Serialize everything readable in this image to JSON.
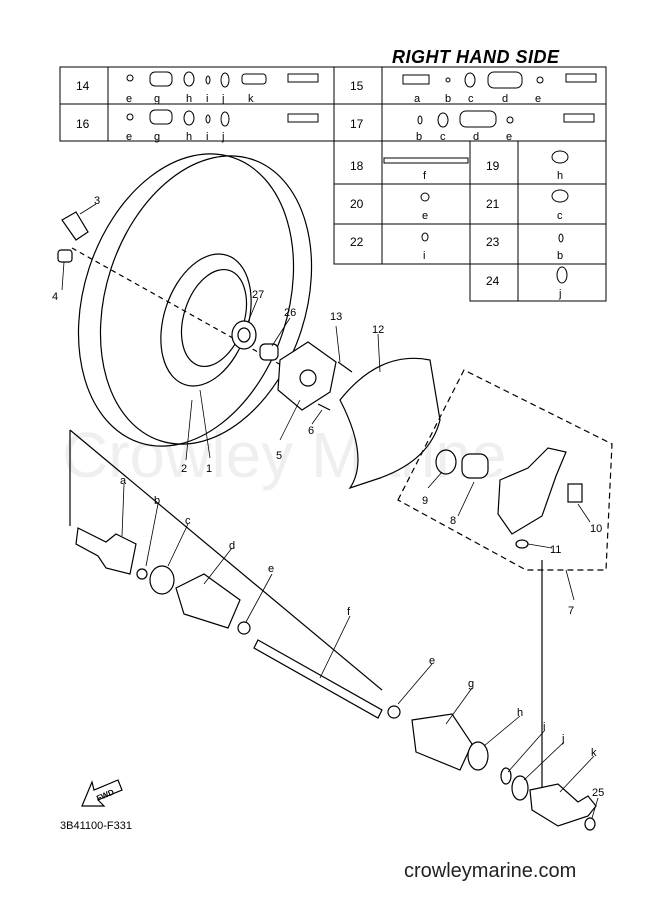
{
  "title": "RIGHT HAND SIDE",
  "diagram_code": "3B41100-F331",
  "site": "crowleymarine.com",
  "watermark": "Crowley Marine",
  "fwd_label": "FWD",
  "kits": [
    {
      "ref": "14",
      "parts": [
        "e",
        "g",
        "h",
        "i",
        "j",
        "k"
      ]
    },
    {
      "ref": "15",
      "parts": [
        "a",
        "b",
        "c",
        "d",
        "e"
      ]
    },
    {
      "ref": "16",
      "parts": [
        "e",
        "g",
        "h",
        "i",
        "j"
      ]
    },
    {
      "ref": "17",
      "parts": [
        "b",
        "c",
        "d",
        "e"
      ]
    },
    {
      "ref": "18",
      "parts": [
        "f"
      ]
    },
    {
      "ref": "19",
      "parts": [
        "h"
      ]
    },
    {
      "ref": "20",
      "parts": [
        "e"
      ]
    },
    {
      "ref": "21",
      "parts": [
        "c"
      ]
    },
    {
      "ref": "22",
      "parts": [
        "i"
      ]
    },
    {
      "ref": "23",
      "parts": [
        "b"
      ]
    },
    {
      "ref": "24",
      "parts": [
        "j"
      ]
    }
  ],
  "callouts": [
    "1",
    "2",
    "3",
    "4",
    "5",
    "6",
    "7",
    "8",
    "9",
    "10",
    "11",
    "12",
    "13",
    "25",
    "26",
    "27"
  ],
  "part_letters": [
    "a",
    "b",
    "c",
    "d",
    "e",
    "f",
    "e",
    "g",
    "h",
    "i",
    "j",
    "k"
  ]
}
